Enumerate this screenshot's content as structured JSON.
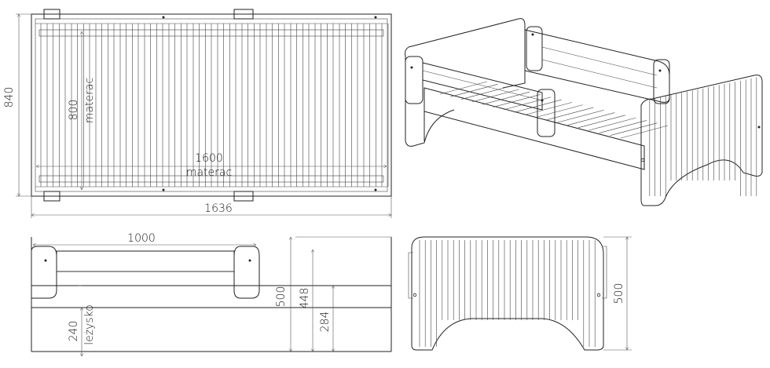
{
  "top_view": {
    "overall_length": "1636",
    "overall_width": "840",
    "mattress_length": "1600",
    "mattress_length_label": "materac",
    "mattress_width": "800",
    "mattress_width_label": "materac"
  },
  "side_view": {
    "rail_length": "1000",
    "total_height": "500",
    "rail_height": "448",
    "lower_height": "284",
    "bed_height": "240",
    "bed_height_label": "leżysko"
  },
  "end_view": {
    "headboard_height": "500"
  },
  "colors": {
    "line": "#222222",
    "text": "#1a1a1a"
  }
}
